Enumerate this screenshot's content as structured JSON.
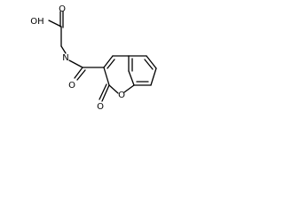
{
  "diagram": {
    "type": "chemical-structure",
    "atom_labels": {
      "carboxyl_oh": "OH",
      "carboxyl_o": "O",
      "amide_n": "N",
      "amide_o": "O",
      "lactone_carbonyl_o": "O",
      "ring_o": "O"
    },
    "colors": {
      "bond": "#000000",
      "background": "#ffffff"
    }
  }
}
